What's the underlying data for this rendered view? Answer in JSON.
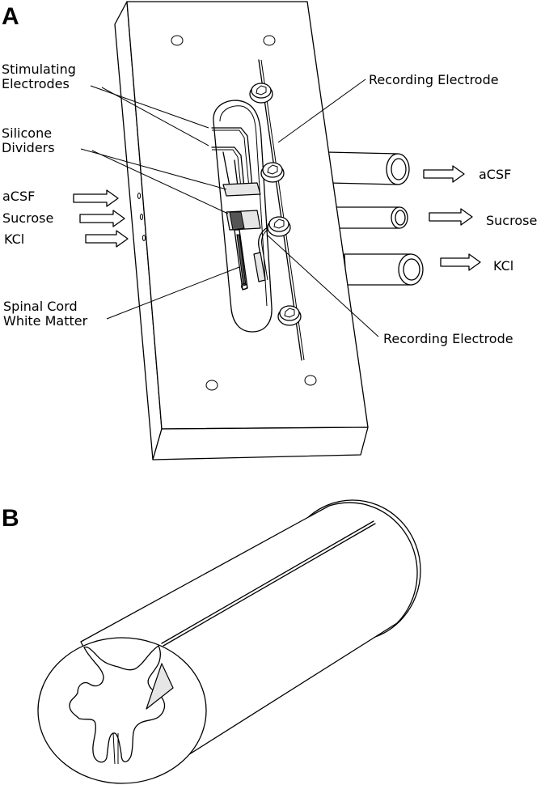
{
  "panels": {
    "a": "A",
    "b": "B"
  },
  "labels": {
    "stimulating_electrodes": [
      "Stimulating",
      "Electrodes"
    ],
    "silicone_dividers": [
      "Silicone",
      "Dividers"
    ],
    "spinal_cord_white_matter": [
      "Spinal Cord",
      "White Matter"
    ],
    "recording_electrode_top": "Recording Electrode",
    "recording_electrode_bottom": "Recording Electrode"
  },
  "inlets": [
    "aCSF",
    "Sucrose",
    "KCl"
  ],
  "outlets": [
    "aCSF",
    "Sucrose",
    "KCl"
  ],
  "icons": {
    "arrow": "outline-right-arrow",
    "screw": "hex-socket-screw",
    "port": "tube-outlet"
  }
}
